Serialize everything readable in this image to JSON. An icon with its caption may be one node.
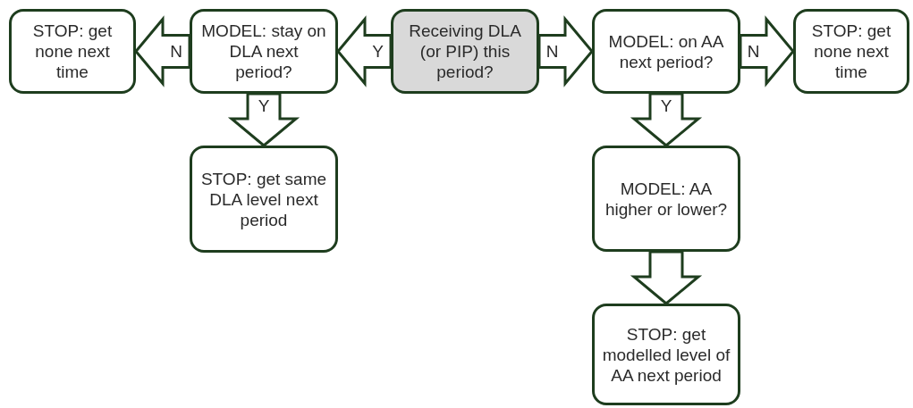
{
  "diagram": {
    "nodes": [
      {
        "text": [
          "STOP: get none next time"
        ]
      },
      {
        "text": [
          "MODEL: stay on DLA next period?"
        ]
      },
      {
        "text": [
          "Receiving DLA (or PIP) this period?"
        ]
      },
      {
        "text": [
          "MODEL: on AA next period?"
        ]
      },
      {
        "text": [
          "STOP: get none next time"
        ]
      },
      {
        "text": [
          "STOP: get same DLA level next period"
        ]
      },
      {
        "text": [
          "MODEL: AA higher or lower?"
        ]
      },
      {
        "text": [
          "STOP: get modelled level of AA next period"
        ]
      }
    ],
    "edges": [
      {
        "from": 2,
        "to": 1,
        "arrow": "to",
        "label": "Y"
      },
      {
        "from": 1,
        "to": 0,
        "arrow": "to",
        "label": "N"
      },
      {
        "from": 2,
        "to": 3,
        "arrow": "to",
        "label": "N"
      },
      {
        "from": 3,
        "to": 4,
        "arrow": "to",
        "label": "N"
      },
      {
        "from": 1,
        "to": 5,
        "arrow": "to",
        "label": "Y"
      },
      {
        "from": 3,
        "to": 6,
        "arrow": "to",
        "label": "Y"
      },
      {
        "from": 6,
        "to": 7,
        "arrow": "to"
      }
    ]
  }
}
